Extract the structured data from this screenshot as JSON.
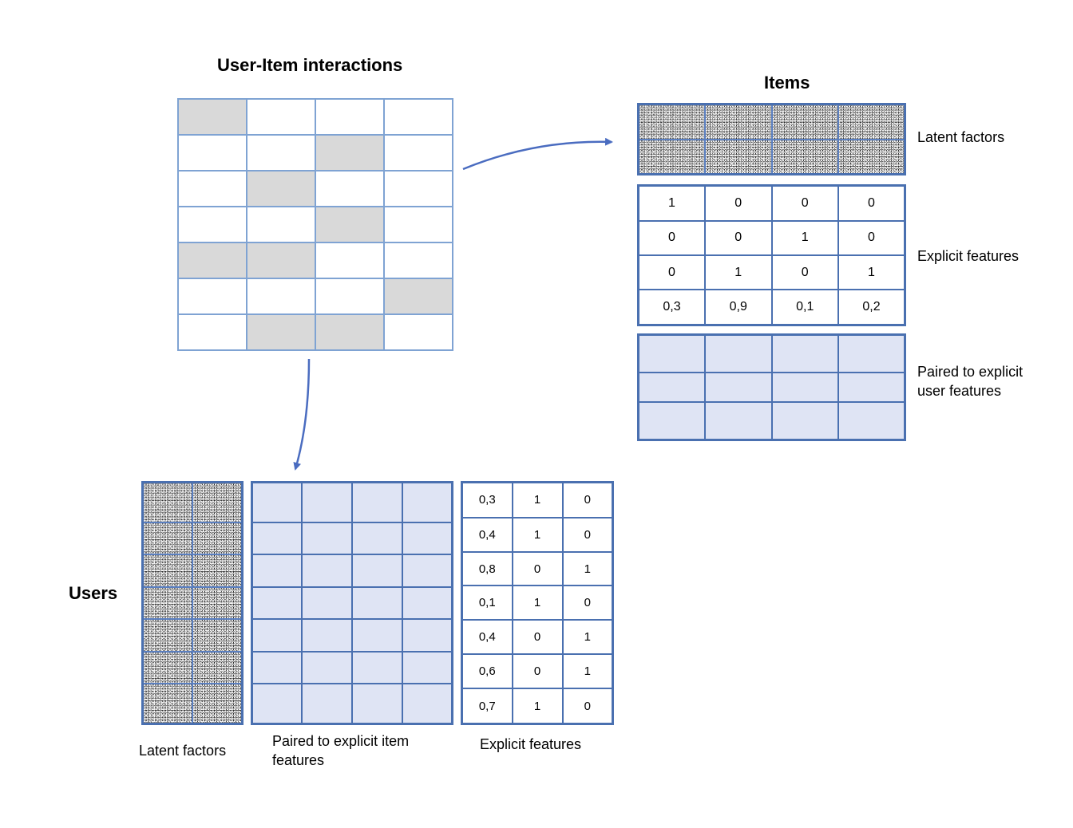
{
  "titles": {
    "interactions": "User-Item interactions",
    "items": "Items",
    "users": "Users"
  },
  "interaction_matrix": {
    "rows": [
      [
        1,
        0,
        0,
        0
      ],
      [
        0,
        0,
        1,
        0
      ],
      [
        0,
        1,
        0,
        0
      ],
      [
        0,
        0,
        1,
        0
      ],
      [
        1,
        1,
        0,
        0
      ],
      [
        0,
        0,
        0,
        1
      ],
      [
        0,
        1,
        1,
        0
      ]
    ]
  },
  "items": {
    "latent_label": "Latent factors",
    "explicit_label": "Explicit features",
    "paired_label": "Paired to explicit user features",
    "explicit_rows": [
      [
        "1",
        "0",
        "0",
        "0"
      ],
      [
        "0",
        "0",
        "1",
        "0"
      ],
      [
        "0",
        "1",
        "0",
        "1"
      ],
      [
        "0,3",
        "0,9",
        "0,1",
        "0,2"
      ]
    ]
  },
  "users": {
    "latent_label": "Latent factors",
    "paired_label": "Paired to explicit item features",
    "explicit_label": "Explicit features",
    "explicit_rows": [
      [
        "0,3",
        "1",
        "0"
      ],
      [
        "0,4",
        "1",
        "0"
      ],
      [
        "0,8",
        "0",
        "1"
      ],
      [
        "0,1",
        "1",
        "0"
      ],
      [
        "0,4",
        "0",
        "1"
      ],
      [
        "0,6",
        "0",
        "1"
      ],
      [
        "0,7",
        "1",
        "0"
      ]
    ]
  },
  "colors": {
    "grid_light": "#7fa3d3",
    "grid_dark": "#4a70b0",
    "interaction_fill": "#d9d9d9",
    "paired_fill": "#dfe4f4",
    "arrow": "#4a6cc0"
  }
}
